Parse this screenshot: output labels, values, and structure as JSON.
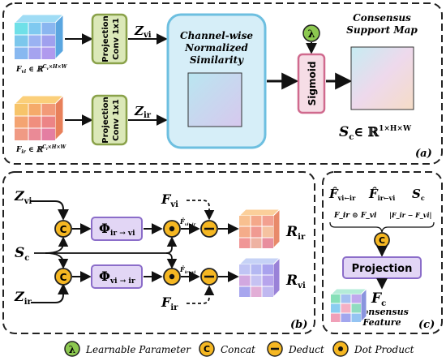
{
  "panel_a": {
    "tag": "(a)",
    "fvi_label": "F_vi ∈ ℝ^{C_v×H×W}",
    "fir_label": "F_ir ∈ ℝ^{C_i×H×W}",
    "proj_top_line1": "Projection",
    "proj_top_line2": "Conv 1x1",
    "proj_bot_line1": "Projection",
    "proj_bot_line2": "Conv 1x1",
    "zvi": "Z",
    "zvi_sub": "vi",
    "zir": "Z",
    "zir_sub": "ir",
    "similarity_line1": "Channel-wise",
    "similarity_line2": "Normalized",
    "similarity_line3": "Similarity",
    "lambda": "λ",
    "sigmoid": "Sigmoid",
    "consensus_line1": "Consensus",
    "consensus_line2": "Support Map",
    "sc_label_main": "S",
    "sc_label_sub": "c",
    "sc_label_rest": "∈ ℝ",
    "sc_label_sup": "1×H×W"
  },
  "panel_b": {
    "tag": "(b)",
    "zvi": "Z",
    "zvi_sub": "vi",
    "zir": "Z",
    "zir_sub": "ir",
    "sc": "S",
    "sc_sub": "c",
    "phi_top": "Φ",
    "phi_top_sub": "ir → vi",
    "phi_bot": "Φ",
    "phi_bot_sub": "vi → ir",
    "fvi": "F",
    "fvi_sub": "vi",
    "fir": "F",
    "fir_sub": "ir",
    "fhat_top": "F̂",
    "fhat_top_sub": "vi←ir",
    "fhat_bot": "F̂",
    "fhat_bot_sub": "ir←vi",
    "rir": "R",
    "rir_sub": "ir",
    "rvi": "R",
    "rvi_sub": "vi"
  },
  "panel_c": {
    "tag": "(c)",
    "fhat1": "F̂",
    "fhat1_sub": "vi←ir",
    "fhat2": "F̂",
    "fhat2_sub": "ir←vi",
    "sc": "S",
    "sc_sub": "c",
    "prod_expr": "F_ir ⊙ F_vi",
    "abs_expr": "|F_ir − F_vi|",
    "projection": "Projection",
    "fc": "F",
    "fc_sub": "c",
    "consensus_line1": "Consensus",
    "consensus_line2": "Feature"
  },
  "legend": {
    "lambda_symbol": "λ",
    "lambda_label": "Learnable Parameter",
    "concat_symbol": "C",
    "concat_label": "Concat",
    "deduct_label": "Deduct",
    "dot_label": "Dot Product"
  },
  "colors": {
    "proj_fill": "#dbe8b8",
    "proj_stroke": "#8aa24a",
    "sim_fill": "#d6eef8",
    "sim_stroke": "#6dbfe0",
    "sigmoid_fill": "#f6dde6",
    "sigmoid_stroke": "#d06a8e",
    "phi_fill": "#e2d6f5",
    "phi_stroke": "#8b6dc9",
    "op_fill": "#f5b722",
    "lambda_fill": "#8cc850"
  }
}
